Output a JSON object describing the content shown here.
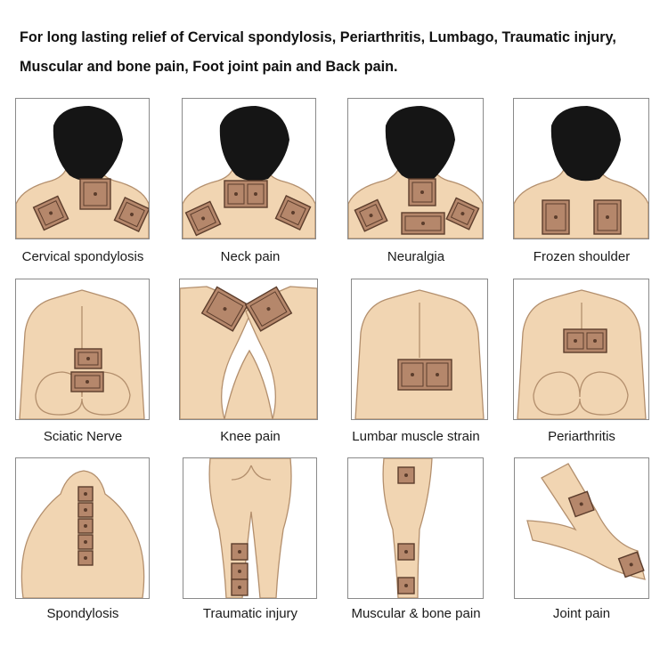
{
  "header": {
    "line1": "For long lasting relief of Cervical spondylosis, Periarthritis, Lumbago, Traumatic injury,",
    "line2": "Muscular and bone pain, Foot joint pain and Back pain."
  },
  "colors": {
    "skin": "#f1d5b2",
    "patch": "#b5876b",
    "patch_border": "#5c3d2c",
    "hair": "#151515"
  },
  "grid": [
    {
      "caption": "Cervical spondylosis",
      "illustration": "neck-back-icon"
    },
    {
      "caption": "Neck pain",
      "illustration": "neck-back-icon"
    },
    {
      "caption": "Neuralgia",
      "illustration": "neck-back-icon"
    },
    {
      "caption": "Frozen shoulder",
      "illustration": "neck-back-icon"
    },
    {
      "caption": "Sciatic Nerve",
      "illustration": "lower-back-icon"
    },
    {
      "caption": "Knee pain",
      "illustration": "knees-icon"
    },
    {
      "caption": "Lumbar muscle strain",
      "illustration": "lower-back-icon"
    },
    {
      "caption": "Periarthritis",
      "illustration": "lower-back-icon"
    },
    {
      "caption": "Spondylosis",
      "illustration": "spine-icon"
    },
    {
      "caption": "Traumatic injury",
      "illustration": "legs-icon"
    },
    {
      "caption": "Muscular & bone pain",
      "illustration": "leg-side-icon"
    },
    {
      "caption": "Joint pain",
      "illustration": "arm-icon"
    }
  ]
}
